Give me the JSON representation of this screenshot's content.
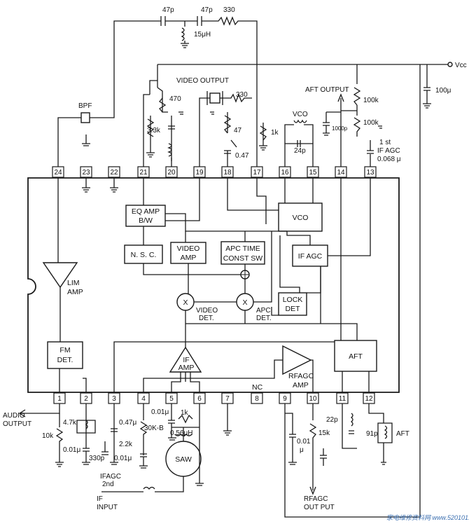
{
  "pins": {
    "top": [
      "24",
      "23",
      "22",
      "21",
      "20",
      "19",
      "18",
      "17",
      "16",
      "15",
      "14",
      "13"
    ],
    "bottom": [
      "1",
      "2",
      "3",
      "4",
      "5",
      "6",
      "7",
      "8",
      "9",
      "10",
      "11",
      "12"
    ]
  },
  "blocks": {
    "eq_amp": [
      "EQ AMP",
      "B/W"
    ],
    "vco": "VCO",
    "nsc": "N. S. C.",
    "video_amp": [
      "VIDEO",
      "AMP"
    ],
    "apc_time": [
      "APC TIME",
      "CONST SW"
    ],
    "if_agc": "IF AGC",
    "lock_det": [
      "LOCK",
      "DET"
    ],
    "lim_amp": [
      "LIM",
      "AMP"
    ],
    "fm_det": [
      "FM",
      "DET."
    ],
    "if_amp": [
      "IF",
      "AMP"
    ],
    "rfagc_amp": [
      "RFAGC",
      "AMP"
    ],
    "aft": "AFT",
    "video_det": [
      "VIDEO",
      "DET."
    ],
    "apc_det": [
      "APC",
      "DET."
    ],
    "saw": "SAW",
    "mult": "X",
    "nc": "NC"
  },
  "labels": {
    "c47p_a": "47p",
    "c47p_b": "47p",
    "r330_top": "330",
    "l15uh": "15μH",
    "vcc": "Vcc",
    "video_output": "VIDEO   OUTPUT",
    "r470": "470",
    "r330_mid": "330",
    "bpf": "BPF",
    "r3_3k": "3.3k",
    "r47": "47",
    "r1k": "1k",
    "c0_47": "0.47",
    "vco_ext": "VCO",
    "c24p": "24p",
    "aft_output": "AFT OUTPUT",
    "c1000p": "1000p",
    "r100k_a": "100k",
    "r100k_b": "100k",
    "c100u": "100μ",
    "if_agc_1st": [
      "1 st",
      "IF AGC",
      "0.068 μ"
    ],
    "audio_output": [
      "AUDIO",
      "OUTPUT"
    ],
    "r10k": "10k",
    "r4_7k": "4.7k",
    "c0_01u_2": "0.01μ",
    "c330p": "330p",
    "c0_47u": "0.47μ",
    "r2_2k": "2.2k",
    "c0_01u_3": "0.01μ",
    "ifagc_2nd": [
      "IFAGC",
      "2nd"
    ],
    "c0_01u_5": "0.01μ",
    "r1k_b": "1k",
    "l0_56": "0.56μH",
    "r30k_b": "30K-B",
    "if_input": [
      "IF",
      "INPUT"
    ],
    "c0_01u_9": [
      "0.01",
      "μ"
    ],
    "r15k": "15k",
    "rfagc_output": [
      "RFAGC",
      "OUT PUT"
    ],
    "c22p": "22p",
    "c91p": "91p",
    "aft_coil": "AFT"
  },
  "watermark": "家电维修资料网 www.520101.com"
}
